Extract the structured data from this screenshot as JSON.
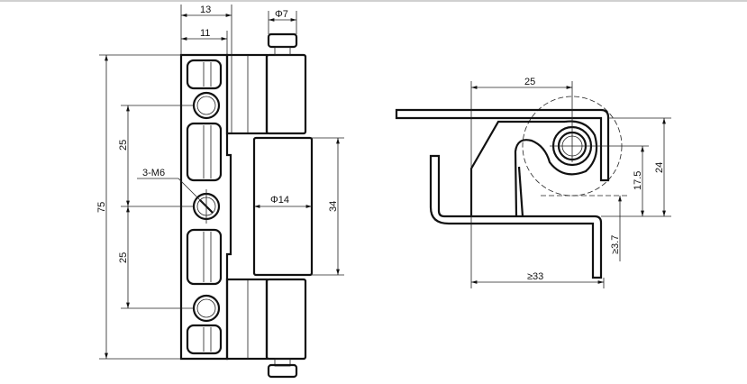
{
  "front_view": {
    "dim_width_total": "13",
    "dim_width_plate": "11",
    "dim_pin_diameter": "Φ7",
    "dim_height_total": "75",
    "dim_hole_pitch_top": "25",
    "dim_hole_pitch_bottom": "25",
    "hole_callout": "3-M6",
    "dim_knuckle_diameter": "Φ14",
    "dim_knuckle_length": "34"
  },
  "side_view": {
    "dim_offset": "25",
    "dim_height": "24",
    "dim_axis_height": "17.5",
    "dim_min_gap": "≥3.7",
    "dim_min_width": "≥33"
  }
}
